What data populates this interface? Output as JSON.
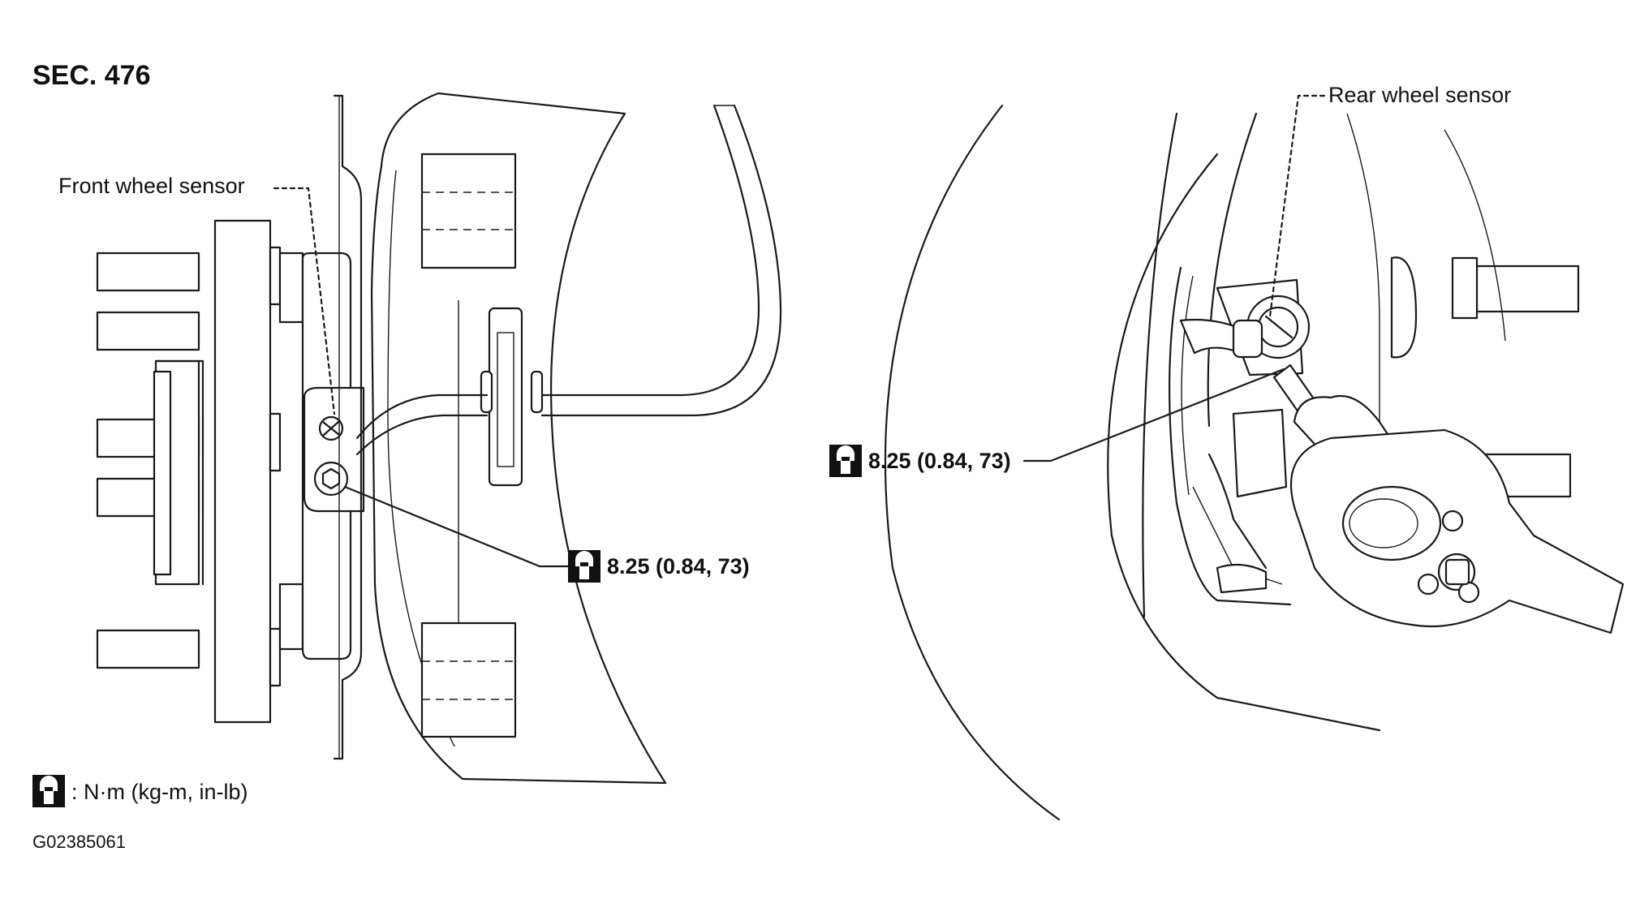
{
  "section": "SEC. 476",
  "labels": {
    "front_sensor": "Front wheel sensor",
    "rear_sensor": "Rear wheel sensor",
    "front_torque": "8.25 (0.84, 73)",
    "rear_torque": "8.25 (0.84, 73)"
  },
  "legend": {
    "icon": "torque-wrench-icon",
    "text": ": N·m (kg-m, in-lb)"
  },
  "figure_code": "G02385061"
}
